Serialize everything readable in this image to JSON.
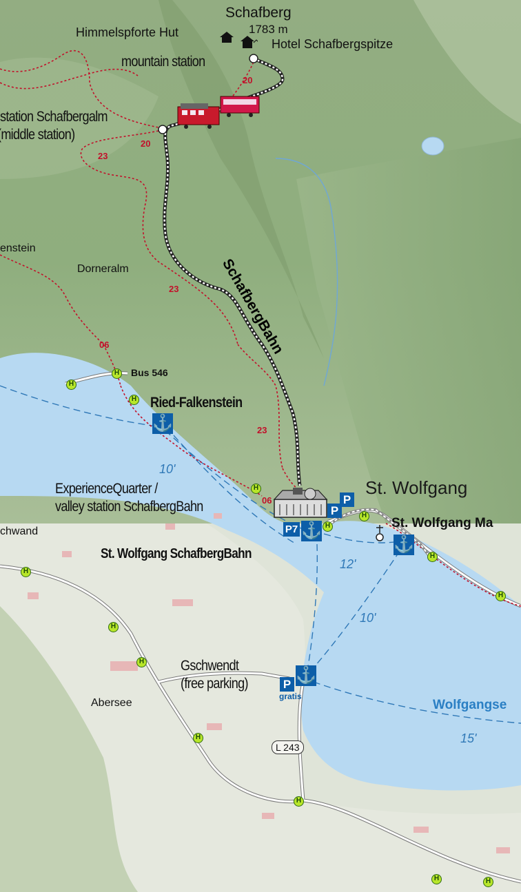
{
  "labels": {
    "peak_name": "Schafberg",
    "peak_elevation": "1783 m",
    "hut_himmelspforte": "Himmelspforte Hut",
    "hotel": "Hotel Schafbergspitze",
    "mountain_station": "mountain station",
    "middle_station_line1": "station Schafbergalm",
    "middle_station_line2": "(middle station)",
    "falkenstein_partial": "enstein",
    "dorneralm": "Dorneralm",
    "railway": "SchafbergBahn",
    "bus": "Bus 546",
    "ried_falkenstein": "Ried-Falkenstein",
    "experience_line1": "ExperienceQuarter /",
    "experience_line2": "valley station SchafbergBahn",
    "gschwand_partial": "chwand",
    "st_wolfgang_schafbergbahn": "St. Wolfgang SchafbergBahn",
    "st_wolfgang": "St. Wolfgang",
    "st_wolfgang_markt_partial": "St. Wolfgang Ma",
    "gschwendt_line1": "Gschwendt",
    "gschwendt_line2": "(free parking)",
    "abersee": "Abersee",
    "lake_partial": "Wolfgangse",
    "road": "L 243",
    "gratis": "gratis",
    "parking_symbol": "P",
    "parking_p7": "P7",
    "stop_symbol": "H"
  },
  "trail_numbers": [
    "20",
    "20",
    "23",
    "23",
    "06",
    "23",
    "06"
  ],
  "ferry_minutes": [
    "10'",
    "12'",
    "10'",
    "15'"
  ],
  "colors": {
    "lake": "#b7d9f2",
    "trail": "#c2102a",
    "ferry": "#2f78b7",
    "bus_stop": "#b8e62a",
    "symbol_blue": "#0d5ea8",
    "forest": "#8fae7e",
    "valley": "#e5e8de"
  }
}
